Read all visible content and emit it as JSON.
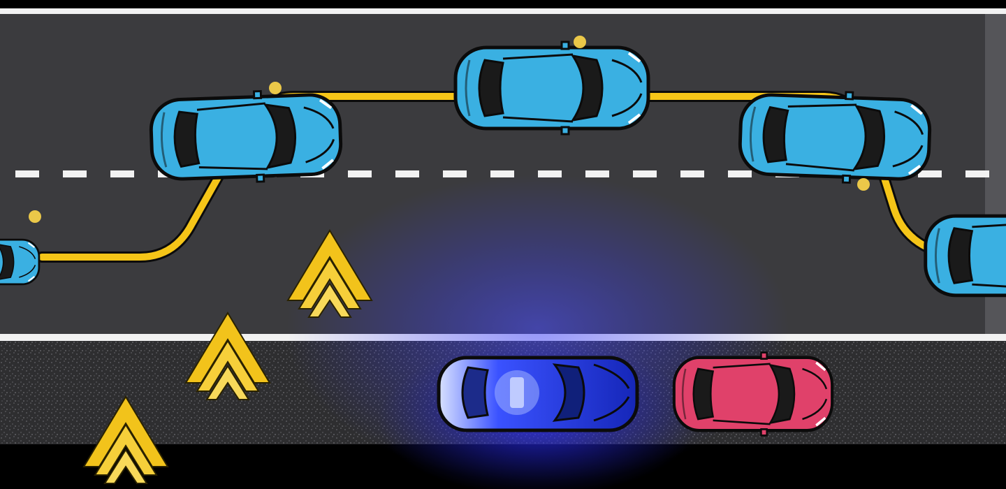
{
  "scene": {
    "kind": "move-over-lane-change-illustration",
    "colors": {
      "road_asphalt": "#3d3d40",
      "shoulder_gravel": "#2c2c2e",
      "lane_line": "#f2f2f2",
      "path_line": "#f5c518",
      "arrow_yellow": "#f2c31b",
      "moving_car": "#3ab0e2",
      "police_car": "#1b2fd8",
      "stopped_car": "#e0416a",
      "emergency_glow": "#3a3cff"
    },
    "icons": [
      "car-icon",
      "police-car-icon",
      "chevron-up-icon"
    ],
    "moving_cars": [
      {
        "role": "approaching car in right lane"
      },
      {
        "role": "car changing into left lane"
      },
      {
        "role": "car passing in left lane"
      },
      {
        "role": "car returning from left lane"
      },
      {
        "role": "car back in right lane"
      }
    ],
    "stopped_vehicles": [
      {
        "role": "police vehicle with flashing blue lights",
        "icon": "police-car-icon"
      },
      {
        "role": "stopped red vehicle",
        "icon": "car-icon"
      }
    ],
    "direction_arrows": 3
  }
}
